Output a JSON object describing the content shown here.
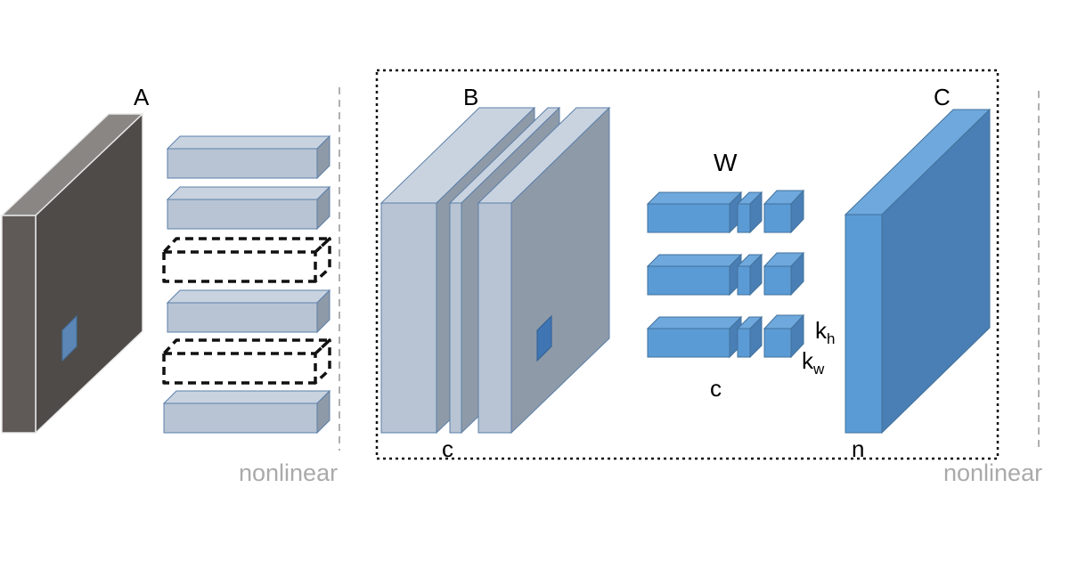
{
  "labels": {
    "A": "A",
    "B": "B",
    "C": "C",
    "W": "W",
    "c_b": "c",
    "c_w": "c",
    "n": "n",
    "kh_base": "k",
    "kh_sub": "h",
    "kw_base": "k",
    "kw_sub": "w",
    "nonlinear_left": "nonlinear",
    "nonlinear_right": "nonlinear"
  },
  "colors": {
    "gray_front": "#5f5a58",
    "gray_top": "#8a8684",
    "gray_side": "#4f4b49",
    "pale_front": "#b8c4d4",
    "pale_top": "#c9d3e0",
    "pale_side": "#8f9aa8",
    "pale_edge": "#5b7fa8",
    "blue_front": "#5b9bd5",
    "blue_top": "#6fa8dc",
    "blue_side": "#4a7fb5",
    "blue_edge": "#41719c",
    "dashed_line": "#b0b0b0",
    "nonlinear_text": "#aaaaaa"
  }
}
